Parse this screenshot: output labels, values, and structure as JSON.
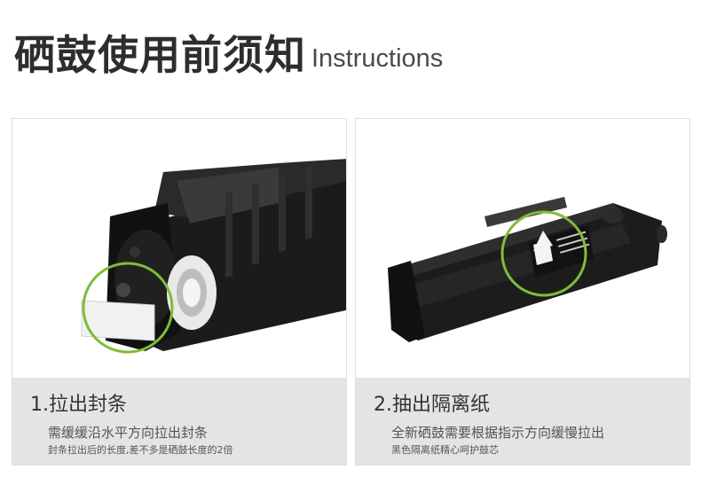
{
  "header": {
    "title_cn": "硒鼓使用前须知",
    "title_en": "Instructions"
  },
  "steps": [
    {
      "title": "1.拉出封条",
      "line1": "需缓缓沿水平方向拉出封条",
      "line2": "封条拉出后的长度,差不多是硒鼓长度的2倍"
    },
    {
      "title": "2.抽出隔离纸",
      "line1": "全新硒鼓需要根据指示方向缓慢拉出",
      "line2": "黑色隔离纸精心呵护鼓芯"
    }
  ],
  "colors": {
    "highlight_circle": "#7dbd3a",
    "caption_bg": "#e4e4e4"
  }
}
